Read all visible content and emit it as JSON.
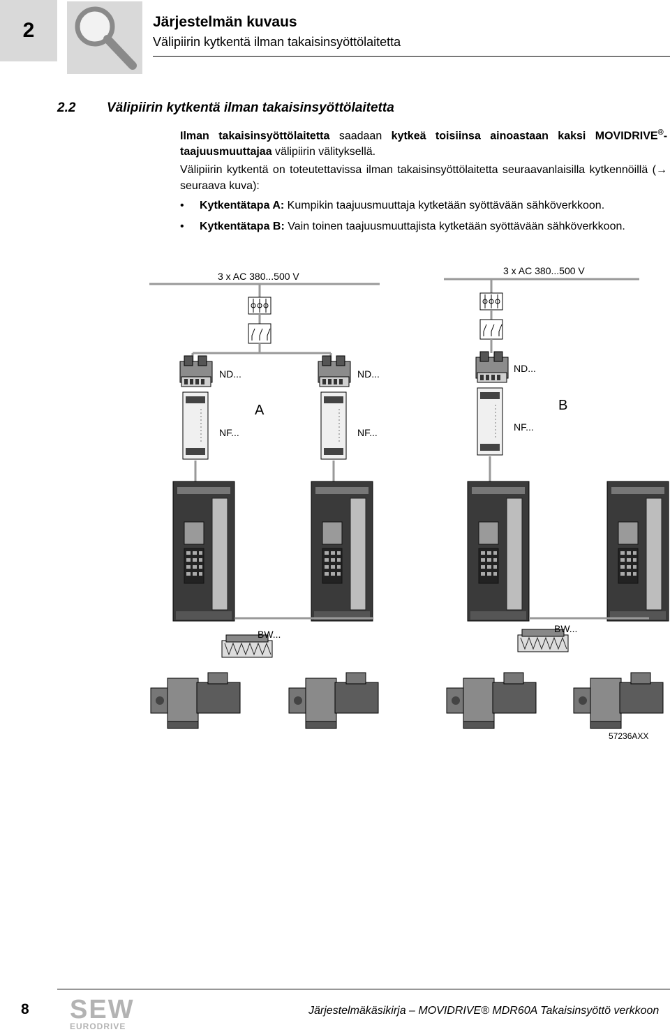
{
  "header": {
    "chapter_number": "2",
    "title": "Järjestelmän kuvaus",
    "subtitle": "Välipiirin kytkentä ilman takaisinsyöttölaitetta"
  },
  "section": {
    "number": "2.2",
    "title": "Välipiirin kytkentä ilman takaisinsyöttölaitetta"
  },
  "body": {
    "p1_bold_a": "Ilman takaisinsyöttölaitetta",
    "p1_text_a": " saadaan ",
    "p1_bold_b": "kytkeä toisiinsa ainoastaan kaksi MOVIDRIVE",
    "p1_reg": "®",
    "p1_bold_c": "-taajuusmuuttajaa",
    "p1_text_b": " välipiirin välityksellä.",
    "p2": "Välipiirin kytkentä on toteutettavissa ilman takaisinsyöttölaitetta seuraavanlaisilla kytkennöillä (→ seuraava kuva):",
    "bullets": [
      {
        "bold": "Kytkentätapa A:",
        "text": " Kumpikin taajuusmuuttaja kytketään syöttävään sähköverkkoon."
      },
      {
        "bold": "Kytkentätapa B:",
        "text": " Vain toinen taajuusmuuttajista kytketään syöttävään sähköverkkoon."
      }
    ]
  },
  "figure": {
    "supply_a": "3 x AC 380...500 V",
    "supply_b": "3 x AC 380...500 V",
    "nd": "ND...",
    "nf": "NF...",
    "bw": "BW...",
    "label_a": "A",
    "label_b": "B",
    "figure_id": "57236AXX"
  },
  "footer": {
    "page_number": "8",
    "logo_top": "SEW",
    "logo_bottom": "EURODRIVE",
    "text": "Järjestelmäkäsikirja – MOVIDRIVE® MDR60A Takaisinsyöttö verkkoon"
  },
  "colors": {
    "tab_gray": "#d9d9d9",
    "device_dark": "#3a3a3a",
    "device_light": "#bdbdbd"
  }
}
